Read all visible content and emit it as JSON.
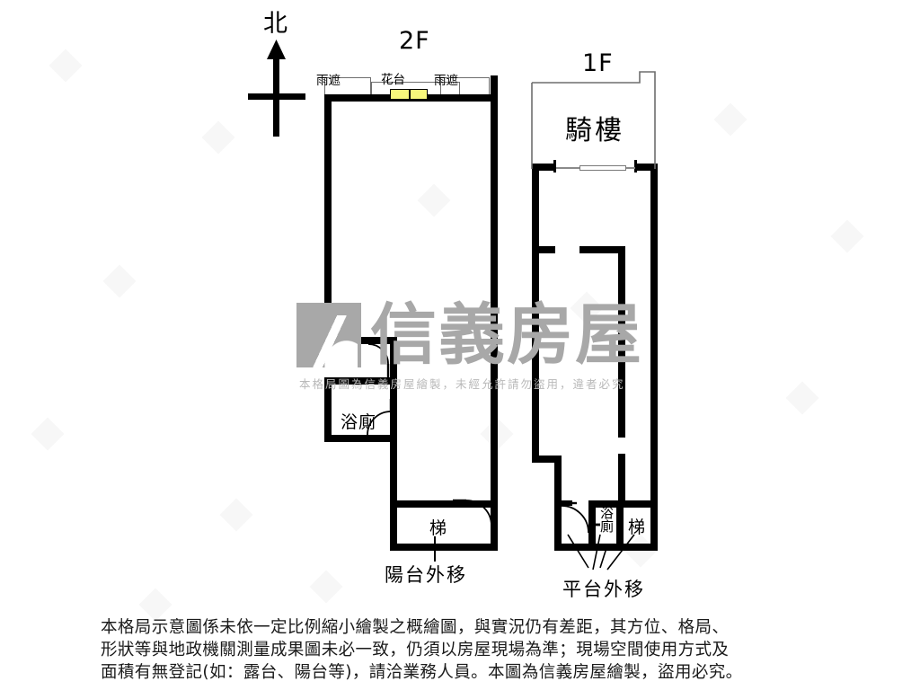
{
  "compass": {
    "label": "北",
    "name": "north-arrow"
  },
  "floors": [
    {
      "id": "2F",
      "title": "2F",
      "annotations": [
        {
          "key": "awning_left",
          "label": "雨遮"
        },
        {
          "key": "flower_bed",
          "label": "花台"
        },
        {
          "key": "awning_right",
          "label": "雨遮"
        }
      ],
      "rooms": [
        {
          "key": "bathroom",
          "label": "浴廁"
        },
        {
          "key": "stairs",
          "label": "梯"
        }
      ],
      "exterior_note": {
        "key": "balcony_moved",
        "label": "陽台外移"
      }
    },
    {
      "id": "1F",
      "title": "1F",
      "rooms": [
        {
          "key": "arcade",
          "label": "騎樓"
        },
        {
          "key": "bathroom",
          "label": "浴廁"
        },
        {
          "key": "stairs",
          "label": "梯"
        }
      ],
      "exterior_note": {
        "key": "platform_moved",
        "label": "平台外移"
      }
    }
  ],
  "watermark": {
    "brand": "信義房屋",
    "subtitle": "本格局圖為信義房屋繪製，未經允許請勿盜用，違者必究"
  },
  "disclaimer": {
    "line1": "本格局示意圖係未依一定比例縮小繪製之概繪圖，與實況仍有差距，其方位、格局、",
    "line2": "形狀等與地政機關測量成果圖未必一致，仍須以房屋現場為準；現場空間使用方式及",
    "line3": "面積有無登記(如：露台、陽台等)，請洽業務人員。本圖為信義房屋繪製，盜用必究。"
  },
  "colors": {
    "wall": "#000000",
    "window_fill": "#f7f77c",
    "watermark_gray": "#a8a8a8",
    "outline_gray": "#6e6e6e",
    "background": "#ffffff"
  }
}
